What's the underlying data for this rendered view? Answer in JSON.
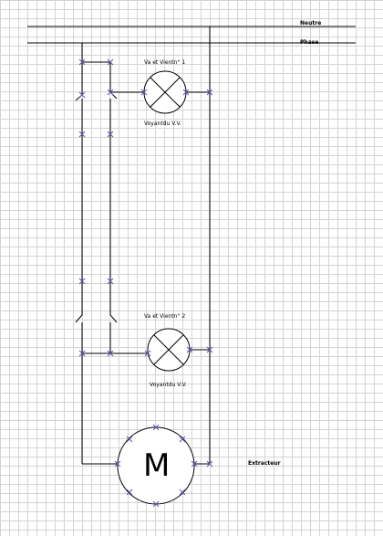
{
  "lines": {
    "neutral": "Neutre",
    "phase": "Phase"
  },
  "lamp1": {
    "top_label": "Va et Vientn° 1",
    "bottom_label": "Voyantdu V.V."
  },
  "lamp2": {
    "top_label": "Va et Vientn° 2",
    "bottom_label": "Voyantdu V.V."
  },
  "motor": {
    "symbol": "M",
    "label": "Extracteur"
  },
  "colors": {
    "wire": "#000000",
    "terminal": "#5a5ab4",
    "grid": "#d4d4d4"
  }
}
